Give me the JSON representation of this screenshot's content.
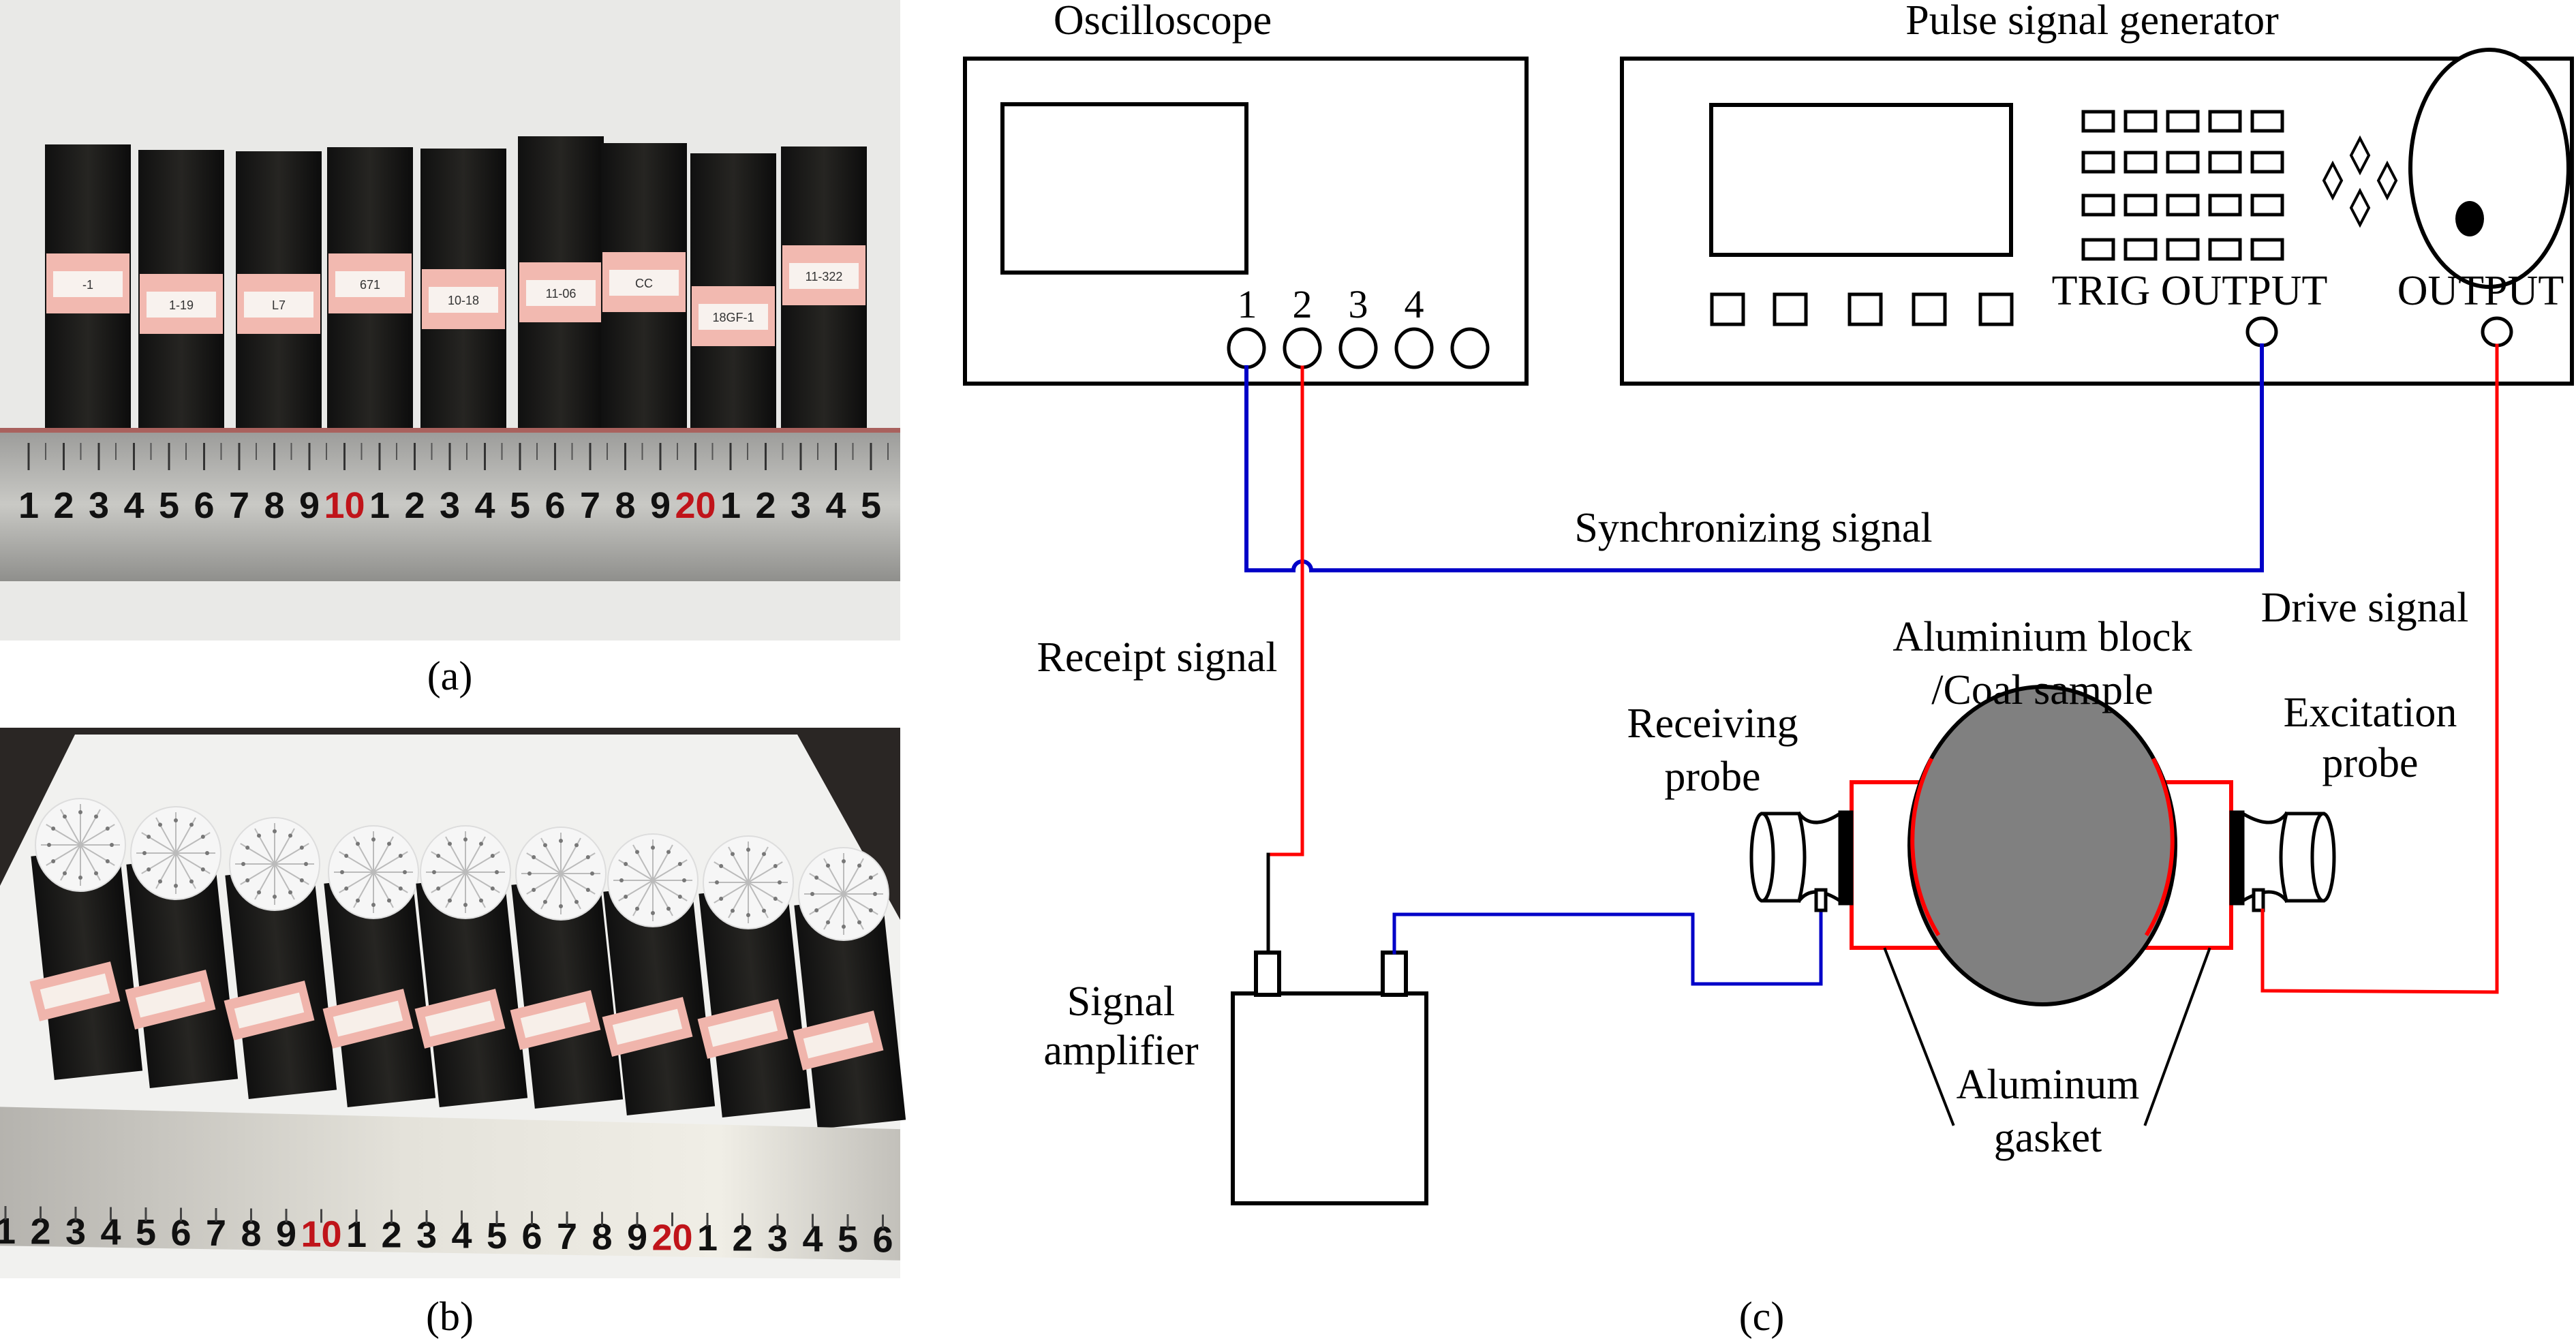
{
  "figure": {
    "panels": {
      "a": {
        "caption": "(a)",
        "description": "Side view photo of nine cylindrical coal samples with labels above a steel ruler",
        "sample_labels": [
          "-1",
          "1-19",
          "L7",
          "671",
          "10-18",
          "11-06",
          "CC",
          "18GF-1",
          "11-322"
        ],
        "ruler_numbers": [
          "1",
          "2",
          "3",
          "4",
          "5",
          "6",
          "7",
          "8",
          "9",
          "10",
          "1",
          "2",
          "3",
          "4",
          "5",
          "6",
          "7",
          "8",
          "9",
          "20",
          "1",
          "2",
          "3",
          "4",
          "5"
        ]
      },
      "b": {
        "caption": "(b)",
        "description": "Oblique photo of nine coal samples with white radially-marked top faces above a steel ruler",
        "ruler_numbers": [
          "1",
          "2",
          "3",
          "4",
          "5",
          "6",
          "7",
          "8",
          "9",
          "10",
          "1",
          "2",
          "3",
          "4",
          "5",
          "6",
          "7",
          "8",
          "9",
          "20",
          "1",
          "2",
          "3",
          "4",
          "5",
          "6"
        ]
      },
      "c": {
        "caption": "(c)",
        "oscilloscope": {
          "title": "Oscilloscope",
          "channels": [
            "1",
            "2",
            "3",
            "4"
          ]
        },
        "pulse_generator": {
          "title": "Pulse signal generator",
          "trig_output_label": "TRIG OUTPUT",
          "output_label": "OUTPUT"
        },
        "signals": {
          "sync": "Synchronizing signal",
          "receipt": "Receipt signal",
          "drive": "Drive signal"
        },
        "components": {
          "amplifier": [
            "Signal",
            "amplifier"
          ],
          "receiving_probe": [
            "Receiving",
            "probe"
          ],
          "excitation_probe": [
            "Excitation",
            "probe"
          ],
          "sample": [
            "Aluminium block",
            "/Coal sample"
          ],
          "gasket": [
            "Aluminum",
            "gasket"
          ]
        },
        "colors": {
          "sync_wire": "#0000c8",
          "signal_wire": "#ff0000",
          "sample_fill": "#808080",
          "outline": "#000000"
        }
      }
    }
  }
}
